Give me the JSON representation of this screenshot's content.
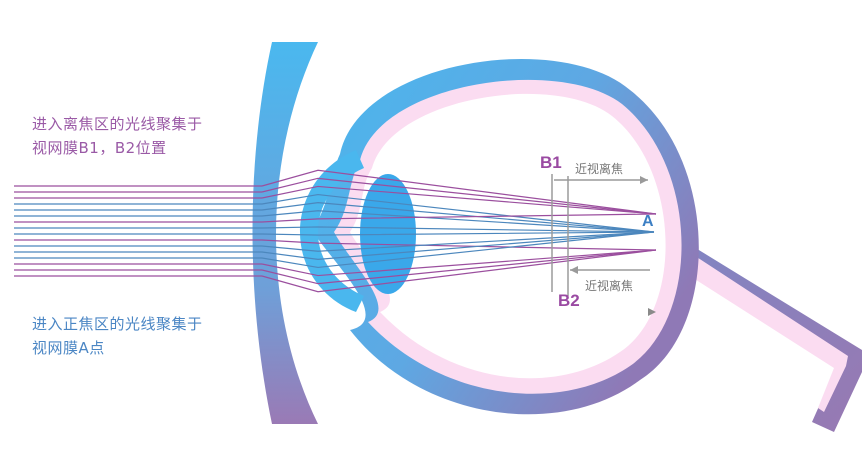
{
  "captions": {
    "defocus": {
      "line1": "进入离焦区的光线聚集于",
      "line2": "视网膜B1，B2位置"
    },
    "focus": {
      "line1": "进入正焦区的光线聚集于",
      "line2": "视网膜A点"
    }
  },
  "labels": {
    "b1": "B1",
    "b2": "B2",
    "a": "A",
    "myopic_defocus_top": "近视离焦",
    "myopic_defocus_bottom": "近视离焦"
  },
  "colors": {
    "eye_blue": "#49b4ec",
    "eye_purple": "#8f7ab8",
    "retina_pink": "#fbdcf1",
    "lens_blue": "#3aa8ea",
    "ray_purple": "#9b4f9e",
    "ray_blue": "#4c87bd",
    "label_purple": "#9a4aa2",
    "label_blue": "#3c7fc4",
    "marker_grey": "#9a9a9a"
  }
}
